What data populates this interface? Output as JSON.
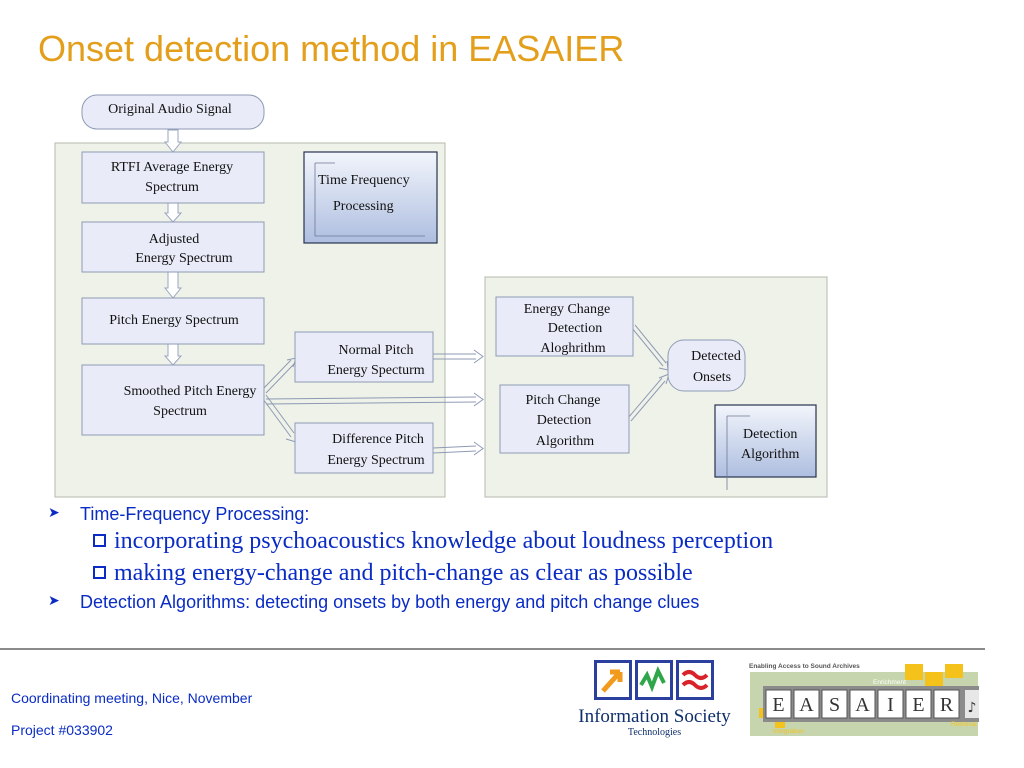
{
  "title": "Onset detection method in EASAIER",
  "diagram": {
    "nodes": {
      "original": "Original Audio Signal",
      "rtfi": [
        "RTFI Average Energy",
        "Spectrum"
      ],
      "adjusted": [
        "Adjusted",
        "Energy Spectrum"
      ],
      "pitch_energy": "Pitch Energy Spectrum",
      "smoothed": [
        "Smoothed Pitch Energy",
        "Spectrum"
      ],
      "normal_pitch": [
        "Normal Pitch",
        "Energy Specturm"
      ],
      "difference_pitch": [
        "Difference  Pitch",
        "Energy Spectrum"
      ],
      "energy_change": [
        "Energy Change",
        "Detection",
        "Aloghrithm"
      ],
      "pitch_change": [
        "Pitch Change",
        "Detection",
        "Algorithm"
      ],
      "detected_onsets": [
        "Detected",
        "Onsets"
      ]
    },
    "labels": {
      "time_frequency": [
        "Time  Frequency",
        "Processing"
      ],
      "detection_algorithm": [
        "Detection",
        "Algorithm"
      ]
    }
  },
  "bullets": {
    "item1": "Time-Frequency Processing:",
    "sub1": "incorporating psychoacoustics knowledge about loudness perception",
    "sub2": "making energy-change and pitch-change as clear as possible",
    "item2": "Detection Algorithms: detecting onsets by both energy and pitch change clues"
  },
  "footer": {
    "line1": "Coordinating meeting, Nice, November",
    "line2": "Project #033902"
  },
  "logos": {
    "ist_name": "Information Society",
    "ist_sub": "Technologies",
    "easaier_tagline": "Enabling Access to Sound Archives",
    "easaier_letters": [
      "E",
      "A",
      "S",
      "A",
      "I",
      "E",
      "R"
    ],
    "easaier_enrichment": "Enrichment",
    "easaier_integration": "Integration",
    "easaier_retrieval": "Retrieval"
  },
  "colors": {
    "title": "#E39F1C",
    "bullet_text": "#0A2CC4",
    "panel_fill": "#EFF2E8",
    "box_fill": "#E9ECF8",
    "label_fill": "#BFCBE6"
  }
}
